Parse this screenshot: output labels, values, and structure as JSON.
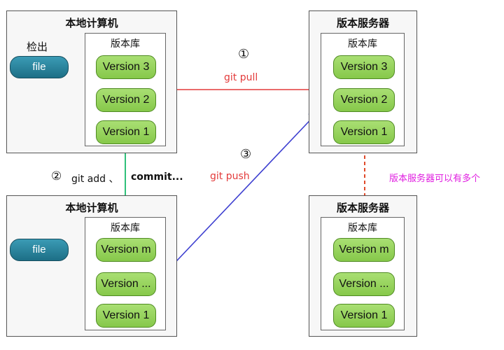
{
  "local_top": {
    "title": "本地计算机",
    "checkout_label": "检出",
    "file_label": "file",
    "repo_title": "版本库",
    "versions": [
      "Version 3",
      "Version 2",
      "Version 1"
    ]
  },
  "server_top": {
    "title": "版本服务器",
    "repo_title": "版本库",
    "versions": [
      "Version 3",
      "Version 2",
      "Version 1"
    ]
  },
  "local_bottom": {
    "title": "本地计算机",
    "file_label": "file",
    "repo_title": "版本库",
    "versions": [
      "Version m",
      "Version ...",
      "Version 1"
    ]
  },
  "server_bottom": {
    "title": "版本服务器",
    "repo_title": "版本库",
    "versions": [
      "Version m",
      "Version ...",
      "Version 1"
    ]
  },
  "arrows": {
    "pull": {
      "step": "①",
      "label": "git pull",
      "color": "#e33b3b"
    },
    "add_commit": {
      "step": "②",
      "label_plain": "git add 、",
      "label_bold": "commit...",
      "color": "#2fc07a"
    },
    "push": {
      "step": "③",
      "label": "git push",
      "color": "#3d3fd0"
    },
    "multi_server": {
      "label": "版本服务器可以有多个",
      "color": "#e01ee0",
      "line_color": "#e04a2a"
    }
  }
}
